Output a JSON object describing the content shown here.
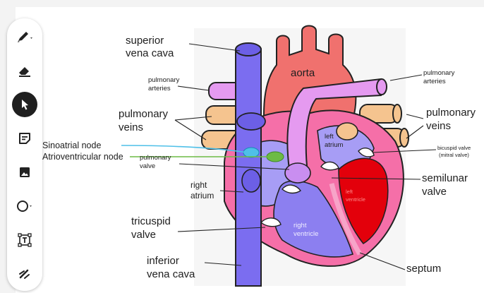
{
  "toolbar": {
    "tools": [
      {
        "name": "pen",
        "icon": "pen-icon",
        "has_submenu": true
      },
      {
        "name": "eraser",
        "icon": "eraser-icon"
      },
      {
        "name": "select",
        "icon": "cursor-icon",
        "active": true
      },
      {
        "name": "sticky-note",
        "icon": "sticky-note-icon"
      },
      {
        "name": "image",
        "icon": "image-icon"
      },
      {
        "name": "shape",
        "icon": "circle-icon",
        "has_submenu": true
      },
      {
        "name": "text-box",
        "icon": "text-box-icon"
      },
      {
        "name": "laser",
        "icon": "laser-icon"
      }
    ],
    "active_color": "#1f1f1f"
  },
  "diagram": {
    "labels": {
      "superior_vena_cava_1": "superior",
      "superior_vena_cava_2": "vena cava",
      "aorta": "aorta",
      "pulmonary_arteries_left_1": "pulmonary",
      "pulmonary_arteries_left_2": "arteries",
      "pulmonary_arteries_right_1": "pulmonary",
      "pulmonary_arteries_right_2": "arteries",
      "pulmonary_veins_left_1": "pulmonary",
      "pulmonary_veins_left_2": "veins",
      "pulmonary_veins_right_1": "pulmonary",
      "pulmonary_veins_right_2": "veins",
      "left_atrium_1": "left",
      "left_atrium_2": "atrium",
      "sinoatrial_node": "Sinoatrial node",
      "atrioventricular_node": "Atrioventricular node",
      "pulmonary_valve_1": "pulmonary",
      "pulmonary_valve_2": "valve",
      "bicuspid_valve_1": "bicuspid valve",
      "bicuspid_valve_2": "(mitral valve)",
      "semilunar_valve_1": "semilunar",
      "semilunar_valve_2": "valve",
      "right_atrium_1": "right",
      "right_atrium_2": "atrium",
      "left_ventricle_1": "left",
      "left_ventricle_2": "ventricle",
      "tricuspid_valve_1": "tricuspid",
      "tricuspid_valve_2": "valve",
      "right_ventricle_1": "right",
      "right_ventricle_2": "ventricle",
      "inferior_vena_cava_1": "inferior",
      "inferior_vena_cava_2": "vena cava",
      "septum": "septum"
    },
    "colors": {
      "vena_cava": "#7b6df0",
      "aorta": "#f0716e",
      "pulmonary_artery": "#e59af0",
      "pulmonary_vein": "#f5c48f",
      "heart_wall": "#f56fa8",
      "right_chamber": "#a79df5",
      "left_chamber": "#e3000b",
      "sa_node": "#4fc0e8",
      "av_node": "#6dbb45"
    }
  }
}
